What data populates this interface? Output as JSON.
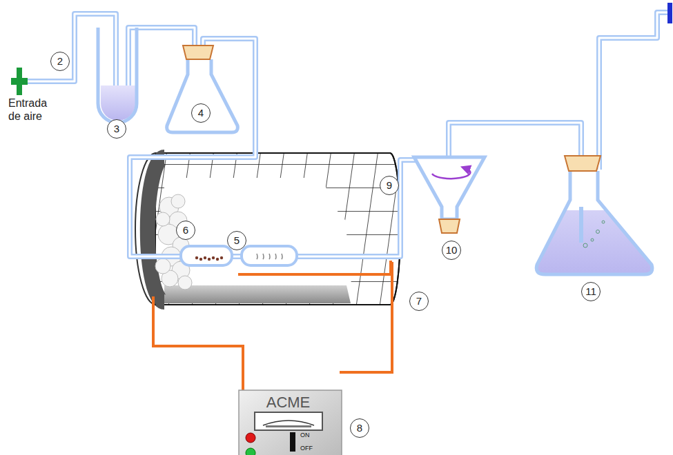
{
  "diagram": {
    "nodes": [
      {
        "text": [
          "ACME",
          "ON",
          "OFF"
        ]
      }
    ],
    "labels": [
      "2",
      "Entrada de aire",
      "3",
      "4",
      "6",
      "5",
      "9",
      "10",
      "11",
      "7",
      "8"
    ]
  }
}
